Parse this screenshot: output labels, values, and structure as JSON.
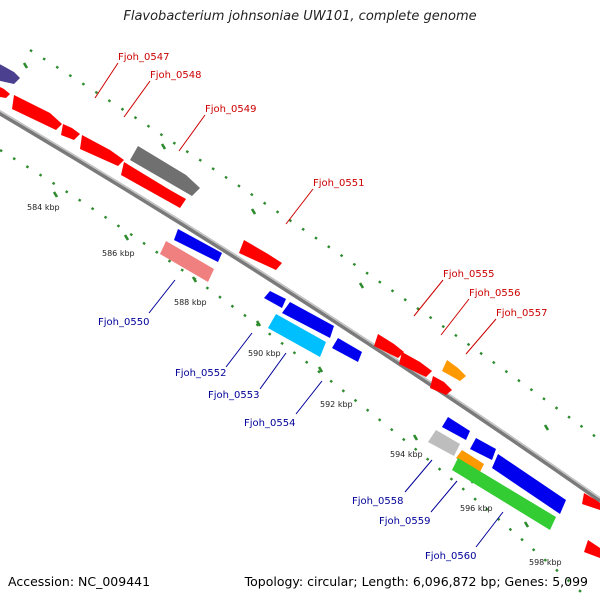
{
  "title": "Flavobacterium johnsoniae UW101, complete genome",
  "footer": {
    "accession": "Accession: NC_009441",
    "summary": "Topology: circular; Length: 6,096,872 bp; Genes: 5,099"
  },
  "colors": {
    "forward_label": "#cc0000",
    "reverse_label": "#000099",
    "backbone": "#888888",
    "tick": "#2e8b2e"
  },
  "scale_ticks": [
    "584 kbp",
    "586 kbp",
    "588 kbp",
    "590 kbp",
    "592 kbp",
    "594 kbp",
    "596 kbp",
    "598 kbp"
  ],
  "genes_forward": [
    {
      "label": "Fjoh_0547",
      "color": "#ff0000"
    },
    {
      "label": "Fjoh_0548",
      "color": "#ff0000"
    },
    {
      "label": "Fjoh_0549",
      "color": "#707070"
    },
    {
      "label": "Fjoh_0551",
      "color": "#ff0000"
    },
    {
      "label": "Fjoh_0555",
      "color": "#ff0000"
    },
    {
      "label": "Fjoh_0556",
      "color": "#ff0000"
    },
    {
      "label": "Fjoh_0557",
      "color": "#ff9900"
    }
  ],
  "genes_reverse": [
    {
      "label": "Fjoh_0550",
      "color": "#f08080"
    },
    {
      "label": "Fjoh_0552",
      "color": "#0000ee"
    },
    {
      "label": "Fjoh_0553",
      "color": "#00bfff"
    },
    {
      "label": "Fjoh_0554",
      "color": "#0000ee"
    },
    {
      "label": "Fjoh_0558",
      "color": "#bdbdbd"
    },
    {
      "label": "Fjoh_0559",
      "color": "#ff9900"
    },
    {
      "label": "Fjoh_0560",
      "color": "#33cc33"
    }
  ]
}
